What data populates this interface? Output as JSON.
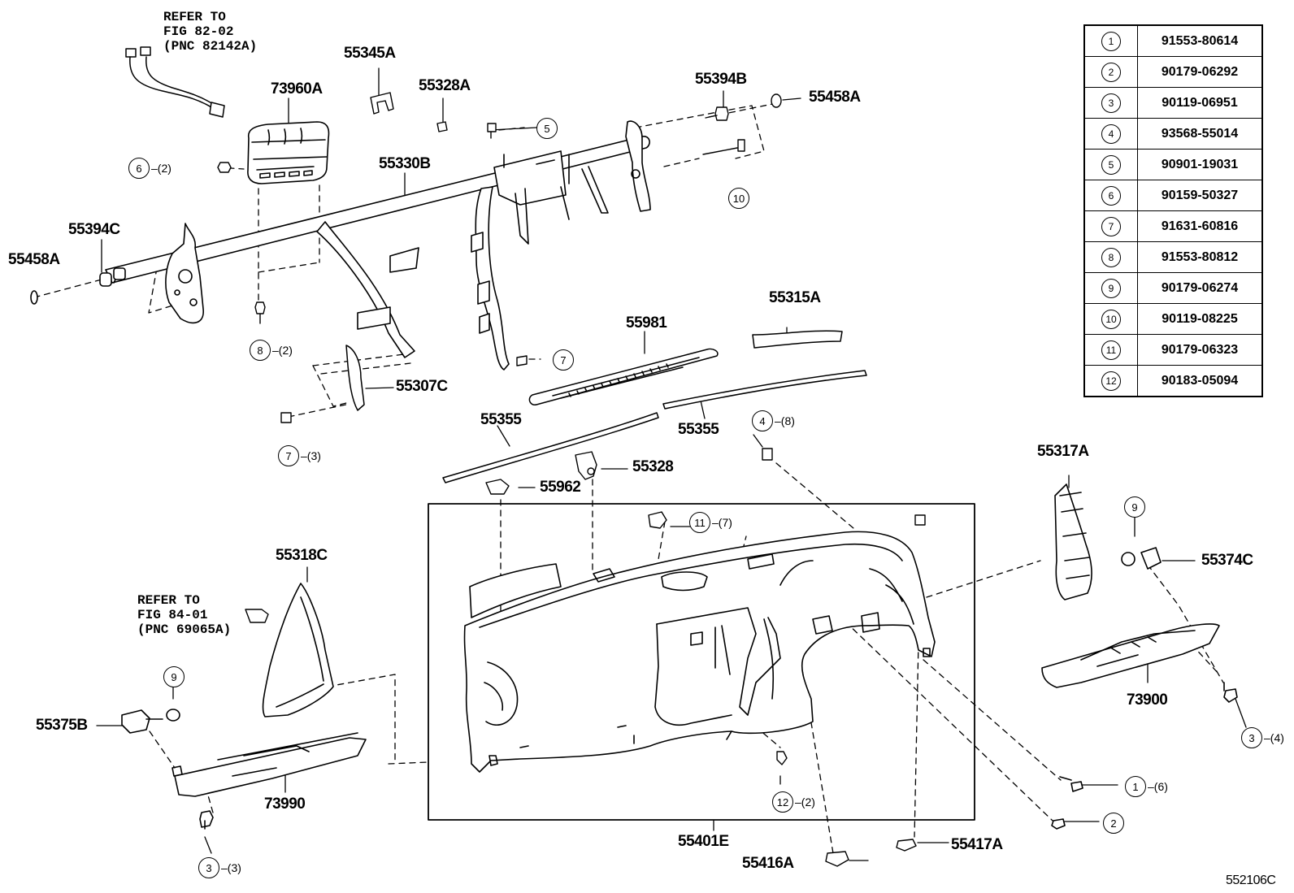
{
  "references": {
    "harness_ref": [
      "REFER TO",
      "FIG 82-02",
      "(PNC 82142A)"
    ],
    "lock_ref": [
      "REFER TO",
      "FIG 84-01",
      "(PNC 69065A)"
    ]
  },
  "part_labels": {
    "p55345A": "55345A",
    "p73960A": "73960A",
    "p55328A": "55328A",
    "p55394B": "55394B",
    "p55458A_r": "55458A",
    "p55330B": "55330B",
    "p55394C": "55394C",
    "p55458A_l": "55458A",
    "p55315A": "55315A",
    "p55981": "55981",
    "p55307C": "55307C",
    "p55355_l": "55355",
    "p55355_r": "55355",
    "p55328": "55328",
    "p55962": "55962",
    "p55317A": "55317A",
    "p55374C": "55374C",
    "p55318C": "55318C",
    "p73900": "73900",
    "p55375B": "55375B",
    "p73990": "73990",
    "p55401E": "55401E",
    "p55416A": "55416A",
    "p55417A": "55417A",
    "fig_code": "552106C"
  },
  "callouts": {
    "c5": {
      "num": "5",
      "qty": ""
    },
    "c6": {
      "num": "6",
      "qty": "–(2)"
    },
    "c10": {
      "num": "10",
      "qty": ""
    },
    "c8": {
      "num": "8",
      "qty": "–(2)"
    },
    "c7a": {
      "num": "7",
      "qty": ""
    },
    "c7b": {
      "num": "7",
      "qty": "–(3)"
    },
    "c4": {
      "num": "4",
      "qty": "–(8)"
    },
    "c11": {
      "num": "11",
      "qty": "–(7)"
    },
    "c9a": {
      "num": "9",
      "qty": ""
    },
    "c9b": {
      "num": "9",
      "qty": ""
    },
    "c3a": {
      "num": "3",
      "qty": "–(4)"
    },
    "c3b": {
      "num": "3",
      "qty": "–(3)"
    },
    "c1": {
      "num": "1",
      "qty": "–(6)"
    },
    "c2": {
      "num": "2",
      "qty": ""
    },
    "c12": {
      "num": "12",
      "qty": "–(2)"
    }
  },
  "parts_table": [
    {
      "num": "1",
      "part": "91553-80614"
    },
    {
      "num": "2",
      "part": "90179-06292"
    },
    {
      "num": "3",
      "part": "90119-06951"
    },
    {
      "num": "4",
      "part": "93568-55014"
    },
    {
      "num": "5",
      "part": "90901-19031"
    },
    {
      "num": "6",
      "part": "90159-50327"
    },
    {
      "num": "7",
      "part": "91631-60816"
    },
    {
      "num": "8",
      "part": "91553-80812"
    },
    {
      "num": "9",
      "part": "90179-06274"
    },
    {
      "num": "10",
      "part": "90119-08225"
    },
    {
      "num": "11",
      "part": "90179-06323"
    },
    {
      "num": "12",
      "part": "90183-05094"
    }
  ]
}
